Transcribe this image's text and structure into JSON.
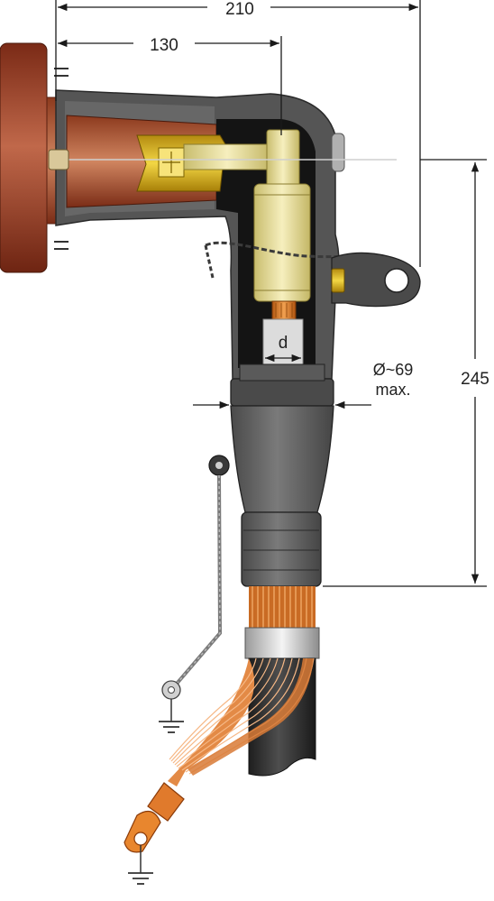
{
  "dimensions": {
    "overall_width": "210",
    "partial_width": "130",
    "height": "245",
    "diameter_line1": "Ø~69",
    "diameter_line2": "max.",
    "conductor_label": "d"
  },
  "colors": {
    "bushing": "#9c3a22",
    "bushing_highlight": "#c8775a",
    "rubber_body": "#5e5e5e",
    "rubber_dark": "#3d3d3d",
    "brass": "#e8c21a",
    "connector_cream": "#efe6a6",
    "copper": "#e07a2c",
    "cable_black": "#2a2a2a",
    "ground_wire": "#8a8a8a"
  },
  "icons": {
    "earth_upper": "ground-symbol-icon",
    "earth_lower": "ground-symbol-icon"
  }
}
